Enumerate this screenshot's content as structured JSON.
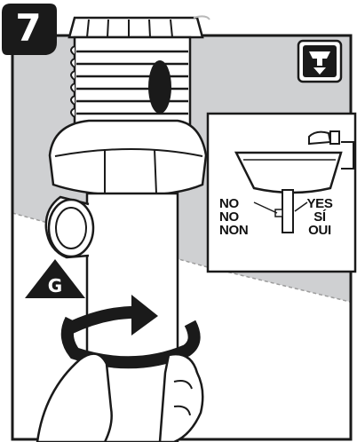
{
  "step": {
    "number": "7"
  },
  "marker": {
    "letter": "G"
  },
  "inset": {
    "no_labels": [
      "NO",
      "NO",
      "NON"
    ],
    "yes_labels": [
      "YES",
      "SÍ",
      "OUI"
    ]
  },
  "icons": {
    "corner": "sink-drain-icon",
    "step_badge": "step-badge-icon",
    "rotate": "rotate-arrow-icon",
    "marker": "triangle-marker-icon"
  },
  "colors": {
    "wall": "#cfd0d2",
    "line": "#1a1a1a",
    "pipe": "#ffffff",
    "badge": "#1a1a1a"
  }
}
